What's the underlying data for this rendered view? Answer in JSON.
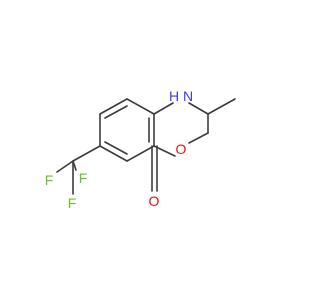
{
  "molecule": {
    "atoms": {
      "nh": "H N",
      "ring_oxygen": "O",
      "carbonyl_oxygen": "O",
      "fluorine_1": "F",
      "fluorine_2": "F",
      "fluorine_3": "F"
    }
  },
  "colors": {
    "bond": "#3c3c3c",
    "nitrogen": "#3c3ce6",
    "oxygen": "#e01414",
    "fluorine": "#6abf2a",
    "background": "#ffffff"
  }
}
